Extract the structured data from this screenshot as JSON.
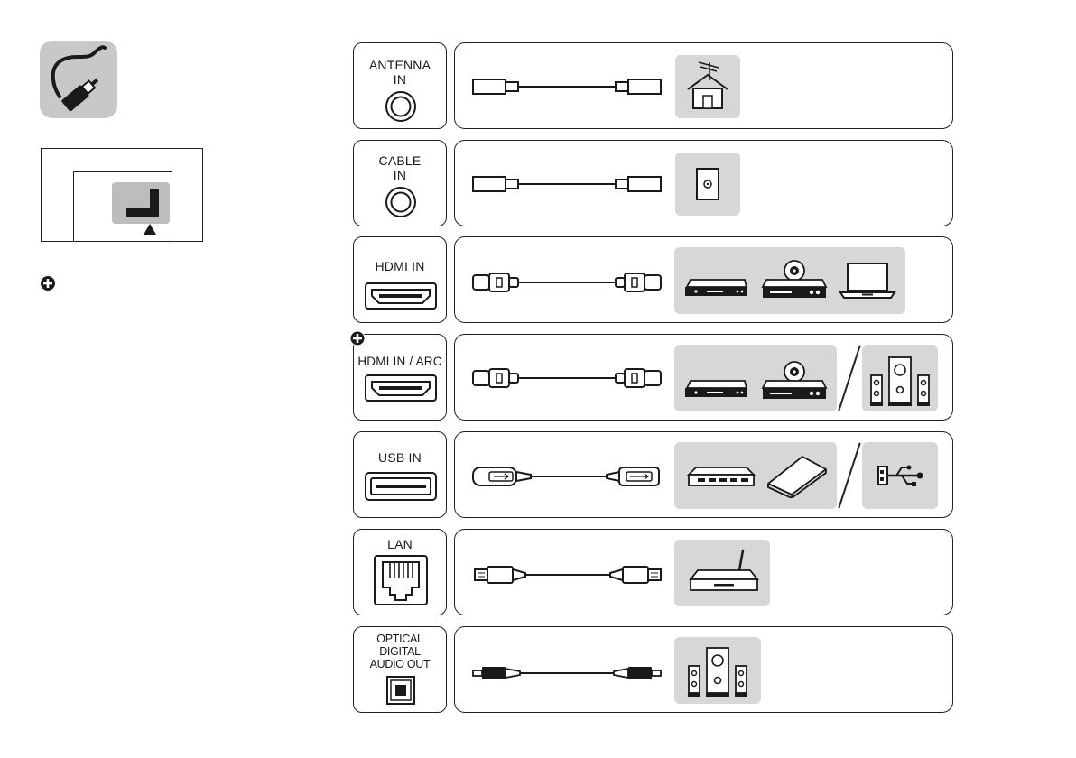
{
  "colors": {
    "outline": "#222222",
    "device_panel": "#d7d7d7",
    "icon_tile": "#c8c8c8",
    "icon_dark": "#1a1a1a"
  },
  "header": {
    "icon": "cable-plug-icon",
    "tv_back_icon": "tv-rear-panel-icon",
    "note_icon": "plus-circle-icon"
  },
  "ports": [
    {
      "id": "antenna",
      "label_lines": [
        "ANTENNA",
        "IN"
      ],
      "icon": "coax-jack-icon",
      "devices": [
        "house-antenna-icon"
      ]
    },
    {
      "id": "cable",
      "label_lines": [
        "CABLE",
        "IN"
      ],
      "icon": "coax-jack-icon",
      "devices": [
        "wall-outlet-icon"
      ]
    },
    {
      "id": "hdmi",
      "label_lines": [
        "HDMI IN"
      ],
      "icon": "hdmi-port-icon",
      "devices": [
        "set-top-box-icon",
        "dvd-player-icon",
        "laptop-icon"
      ]
    },
    {
      "id": "hdmi-arc",
      "label_lines": [
        "HDMI IN / ARC"
      ],
      "icon": "hdmi-port-icon",
      "devices": [
        "set-top-box-icon",
        "dvd-player-icon",
        "speaker-system-icon"
      ]
    },
    {
      "id": "usb",
      "label_lines": [
        "USB IN"
      ],
      "icon": "usb-port-icon",
      "devices": [
        "usb-hub-icon",
        "external-drive-icon",
        "usb-stick-icon"
      ]
    },
    {
      "id": "lan",
      "label_lines": [
        "LAN"
      ],
      "icon": "rj45-port-icon",
      "devices": [
        "router-icon"
      ]
    },
    {
      "id": "optical",
      "label_lines": [
        "OPTICAL",
        "DIGITAL",
        "AUDIO OUT"
      ],
      "icon": "optical-port-icon",
      "devices": [
        "speaker-system-icon"
      ]
    }
  ]
}
